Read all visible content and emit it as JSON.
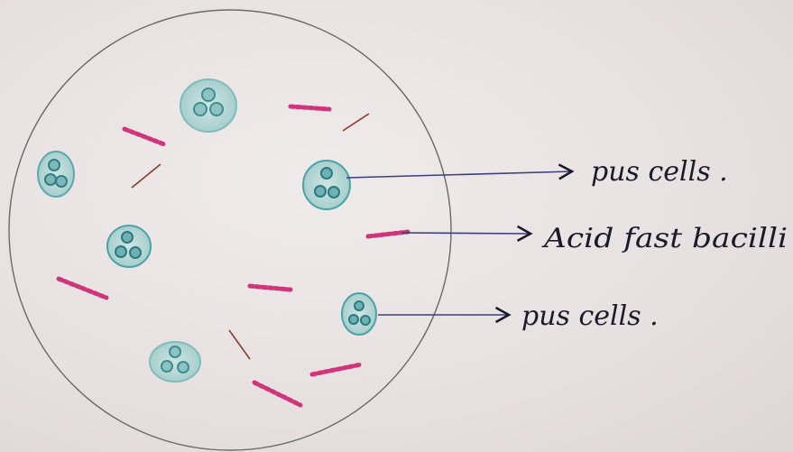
{
  "labels": {
    "pus_cells_top": "pus cells .",
    "acid_fast_bacilli": "Acid fast bacilli",
    "pus_cells_bottom": "pus cells ."
  },
  "colors": {
    "background": "#e8e2e2",
    "outline": "#5a5a5a",
    "pus_cell_fill": "#bcd9d8",
    "pus_cell_stroke": "#4aa3a6",
    "bacilli": "#d0357c",
    "debris": "#8a3a2a",
    "pointer_line": "#3b3f7a",
    "text": "#1a1a2a"
  }
}
